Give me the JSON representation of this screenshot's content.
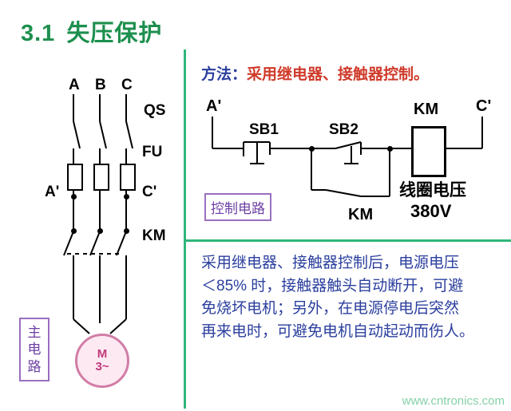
{
  "title": {
    "number": "3.1",
    "text": "失压保护"
  },
  "method": {
    "key": "方法：",
    "value": "采用继电器、接触器控制。"
  },
  "main_circuit": {
    "phase_labels": [
      "A",
      "B",
      "C"
    ],
    "switch_label": "QS",
    "fuse_label": "FU",
    "node_left": "A'",
    "node_right": "C'",
    "contactor_label": "KM",
    "motor": {
      "line1": "M",
      "line2": "3~"
    },
    "box_label": "主\n电\n路",
    "box_label_chars": [
      "主",
      "电",
      "路"
    ]
  },
  "control_circuit": {
    "node_left": "A'",
    "node_right": "C'",
    "button_stop": "SB1",
    "button_start": "SB2",
    "coil_label": "KM",
    "aux_contact_label": "KM",
    "coil_voltage_line1": "线圈电压",
    "coil_voltage_line2": "380V",
    "box_label": "控制电路"
  },
  "note": {
    "lines": [
      "采用继电器、接触器控制后，电源电压",
      "＜85%  时，接触器触头自动断开，可避",
      "免烧坏电机；另外，在电源停电后突然",
      "再来电时，可避免电机自动起动而伤人。"
    ]
  },
  "watermark": "www.cntronics.com",
  "colors": {
    "title": "#1d8f4e",
    "divider": "#2fb67a",
    "method_key": "#2b3f9e",
    "method_value": "#cf3a2a",
    "note": "#2b3f9e",
    "box_purple": "#9a6fc0",
    "motor": "#c0397a",
    "watermark": "#86d0a8"
  }
}
